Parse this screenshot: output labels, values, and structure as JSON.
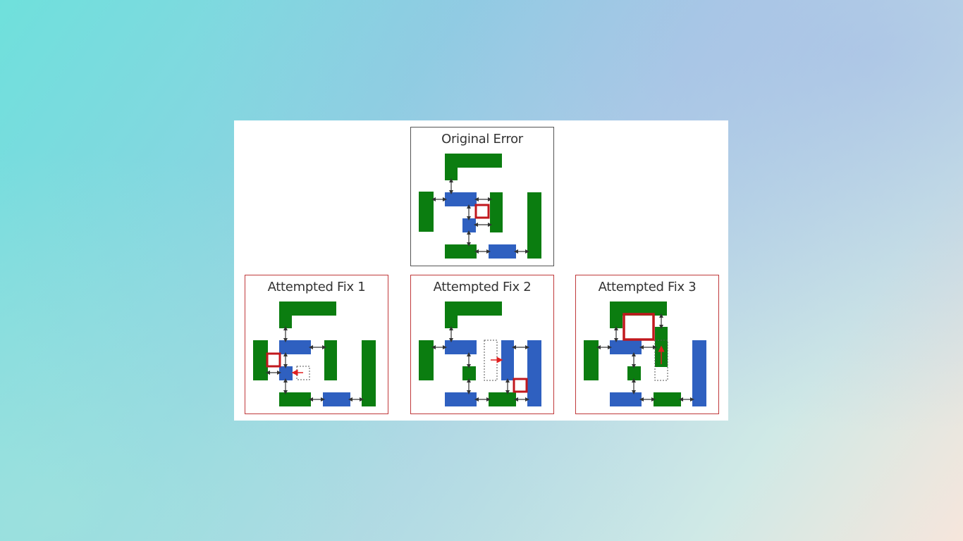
{
  "panels": [
    {
      "id": "original",
      "title": "Original Error"
    },
    {
      "id": "fix1",
      "title": "Attempted Fix 1"
    },
    {
      "id": "fix2",
      "title": "Attempted Fix 2"
    },
    {
      "id": "fix3",
      "title": "Attempted Fix 3"
    }
  ],
  "colors": {
    "green_block": "#0b7d10",
    "blue_block": "#2f60c0",
    "error_box": "#c1181e",
    "fix_border": "#c0393b",
    "original_border": "#555555",
    "arrow": "#333333",
    "move_arrow": "#e02020"
  }
}
